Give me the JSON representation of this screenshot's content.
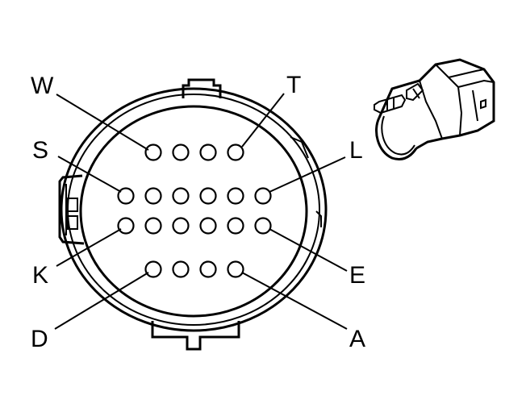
{
  "labels": {
    "W": "W",
    "T": "T",
    "S": "S",
    "L": "L",
    "K": "K",
    "E": "E",
    "D": "D",
    "A": "A"
  },
  "connector": {
    "rows": [
      4,
      6,
      6,
      4
    ]
  },
  "colors": {
    "line": "#000000",
    "background": "#ffffff"
  }
}
